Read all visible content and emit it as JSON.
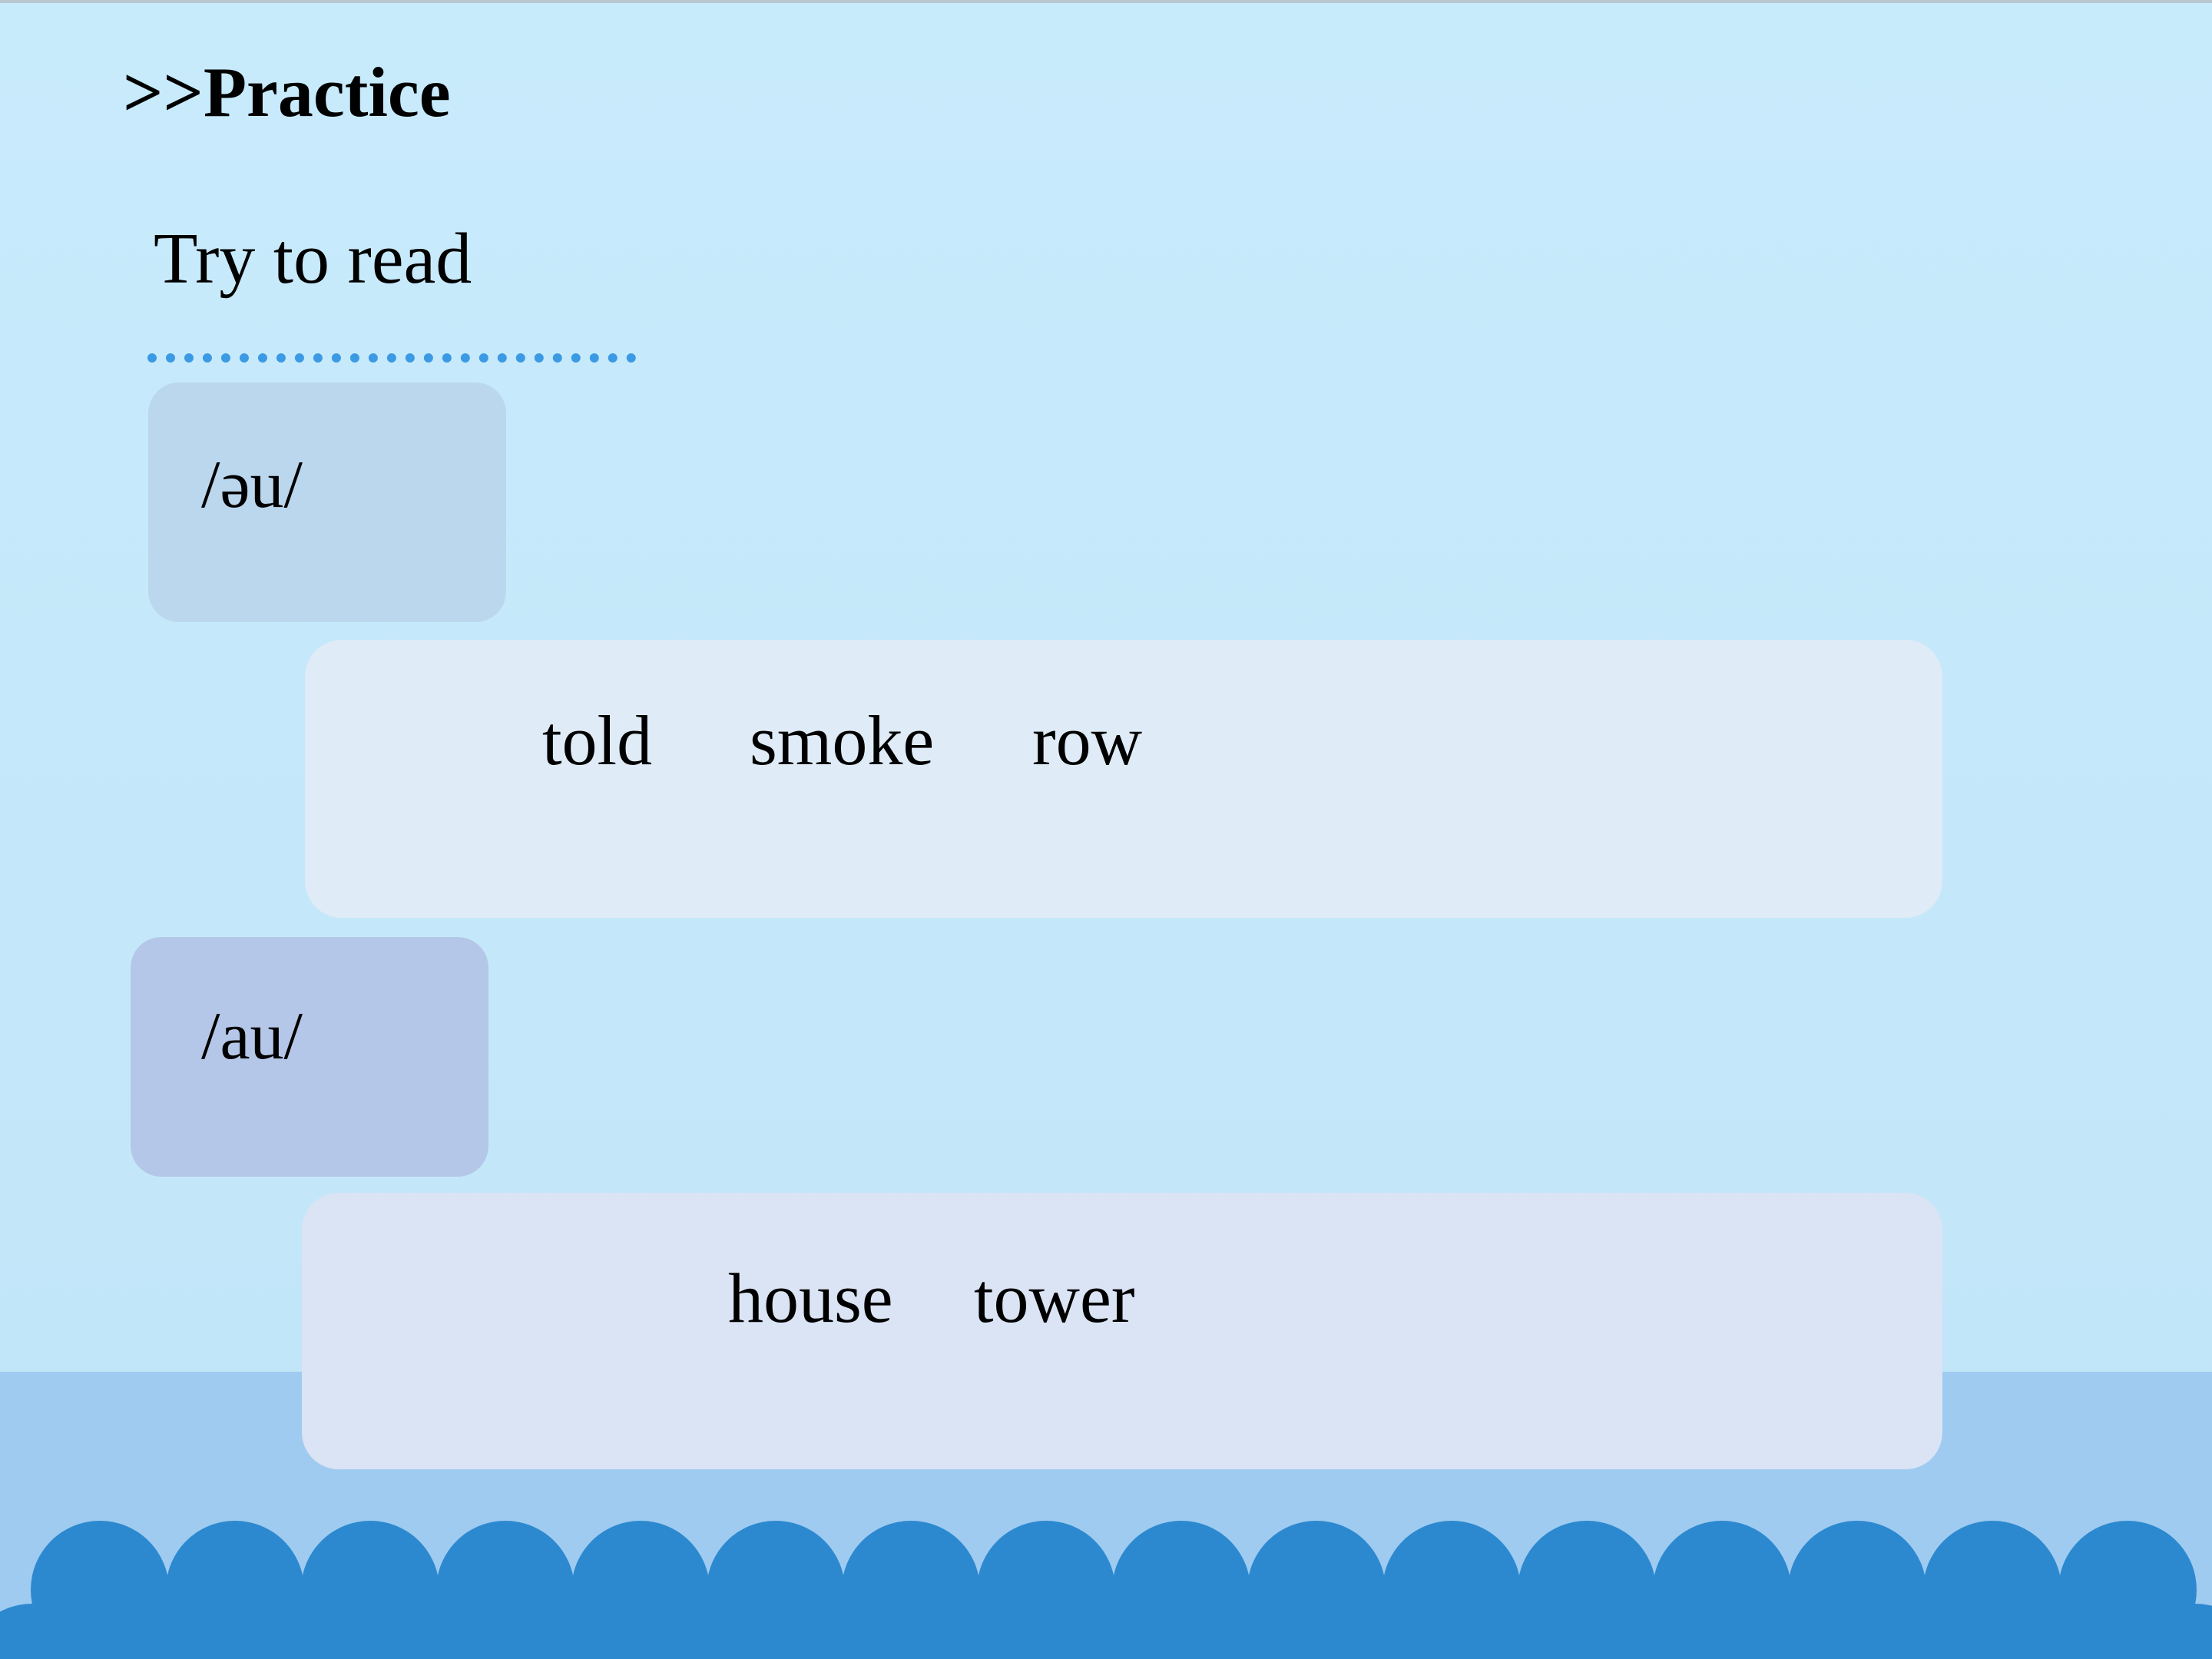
{
  "slide": {
    "title": ">>Practice",
    "subtitle": "Try to read",
    "groups": [
      {
        "phoneme": "/əu/",
        "words": [
          "told",
          "smoke",
          "row"
        ]
      },
      {
        "phoneme": "/au/",
        "words": [
          "house",
          "tower"
        ]
      }
    ]
  },
  "colors": {
    "background": "#c5e8fa",
    "accent_dots": "#3c9ae4",
    "wave": "#2c89cf",
    "footer_band": "#9fcbf0"
  }
}
